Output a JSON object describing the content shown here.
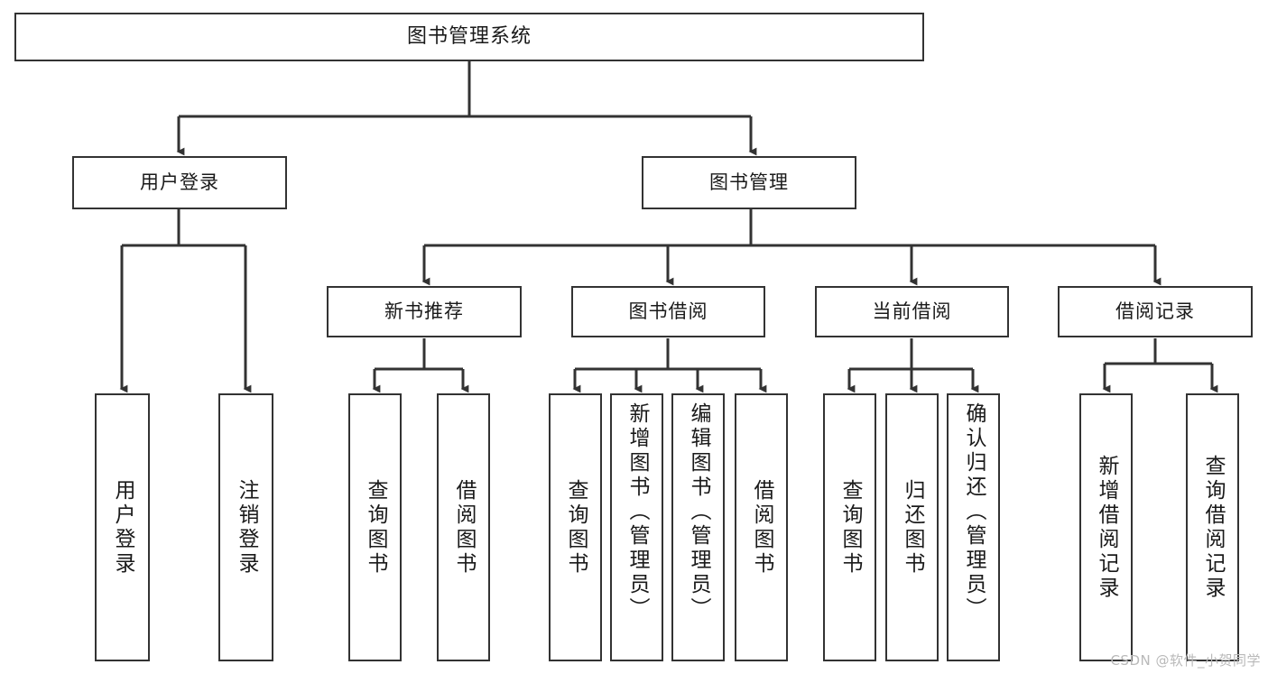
{
  "diagram": {
    "title": "图书管理系统",
    "type": "hierarchy-tree",
    "root": {
      "id": "root",
      "label": "图书管理系统"
    },
    "level2": [
      {
        "id": "n-user-login",
        "label": "用户登录"
      },
      {
        "id": "n-book-manage",
        "label": "图书管理"
      }
    ],
    "level3": [
      {
        "id": "n-new-book-rec",
        "label": "新书推荐"
      },
      {
        "id": "n-book-borrow",
        "label": "图书借阅"
      },
      {
        "id": "n-current-borrow",
        "label": "当前借阅"
      },
      {
        "id": "n-borrow-record",
        "label": "借阅记录"
      }
    ],
    "leaves": [
      {
        "id": "leaf-user-login",
        "label": "用户登录",
        "parent": "n-user-login"
      },
      {
        "id": "leaf-logout",
        "label": "注销登录",
        "parent": "n-user-login"
      },
      {
        "id": "leaf-query-book-1",
        "label": "查询图书",
        "parent": "n-new-book-rec"
      },
      {
        "id": "leaf-borrow-book-1",
        "label": "借阅图书",
        "parent": "n-new-book-rec"
      },
      {
        "id": "leaf-query-book-2",
        "label": "查询图书",
        "parent": "n-book-borrow"
      },
      {
        "id": "leaf-add-book",
        "label": "新增图书（管理员）",
        "parent": "n-book-borrow"
      },
      {
        "id": "leaf-edit-book",
        "label": "编辑图书（管理员）",
        "parent": "n-book-borrow"
      },
      {
        "id": "leaf-borrow-book-2",
        "label": "借阅图书",
        "parent": "n-book-borrow"
      },
      {
        "id": "leaf-query-book-3",
        "label": "查询图书",
        "parent": "n-current-borrow"
      },
      {
        "id": "leaf-return-book",
        "label": "归还图书",
        "parent": "n-current-borrow"
      },
      {
        "id": "leaf-confirm-return",
        "label": "确认归还（管理员）",
        "parent": "n-current-borrow"
      },
      {
        "id": "leaf-add-record",
        "label": "新增借阅记录",
        "parent": "n-borrow-record"
      },
      {
        "id": "leaf-query-record",
        "label": "查询借阅记录",
        "parent": "n-borrow-record"
      }
    ]
  },
  "watermark": {
    "text": "CSDN @软件_小贺同学"
  },
  "colors": {
    "stroke": "#333333",
    "background": "#ffffff",
    "text": "#1a1a1a",
    "watermark": "#b9b9b9"
  }
}
